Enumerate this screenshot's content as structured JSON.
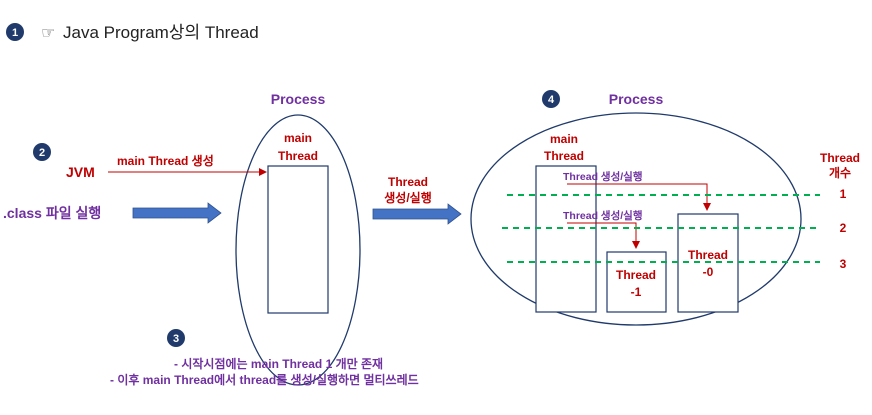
{
  "title": {
    "badge": "1",
    "pointer_glyph": "☞",
    "text": "Java Program상의 Thread"
  },
  "left_diagram": {
    "badge_2": "2",
    "jvm_label": "JVM",
    "main_thread_create_label": "main Thread 생성",
    "class_exec_label": ".class 파일 실행",
    "process_label": "Process",
    "main_thread_label_line1": "main",
    "main_thread_label_line2": "Thread"
  },
  "middle": {
    "arrow_label_line1": "Thread",
    "arrow_label_line2": "생성/실행"
  },
  "right_diagram": {
    "badge_4": "4",
    "process_label": "Process",
    "main_thread_label_line1": "main",
    "main_thread_label_line2": "Thread",
    "create_label_a": "Thread 생성/실행",
    "create_label_b": "Thread 생성/실행",
    "thread_0_line1": "Thread",
    "thread_0_line2": "-0",
    "thread_1_line1": "Thread",
    "thread_1_line2": "-1",
    "count_header_line1": "Thread",
    "count_header_line2": "개수",
    "count_levels": [
      "1",
      "2",
      "3"
    ]
  },
  "notes": {
    "badge_3": "3",
    "line1": "- 시작시점에는 main Thread 1 개만 존재",
    "line2": "- 이후 main Thread에서 thread를 생성/실행하면 멀티쓰레드"
  },
  "colors": {
    "badge_fill": "#1f3a6b",
    "purple": "#7030a0",
    "red": "#c00000",
    "navy": "#1f3a6b",
    "arrow_blue": "#4472c4",
    "green_dash": "#00b050"
  }
}
